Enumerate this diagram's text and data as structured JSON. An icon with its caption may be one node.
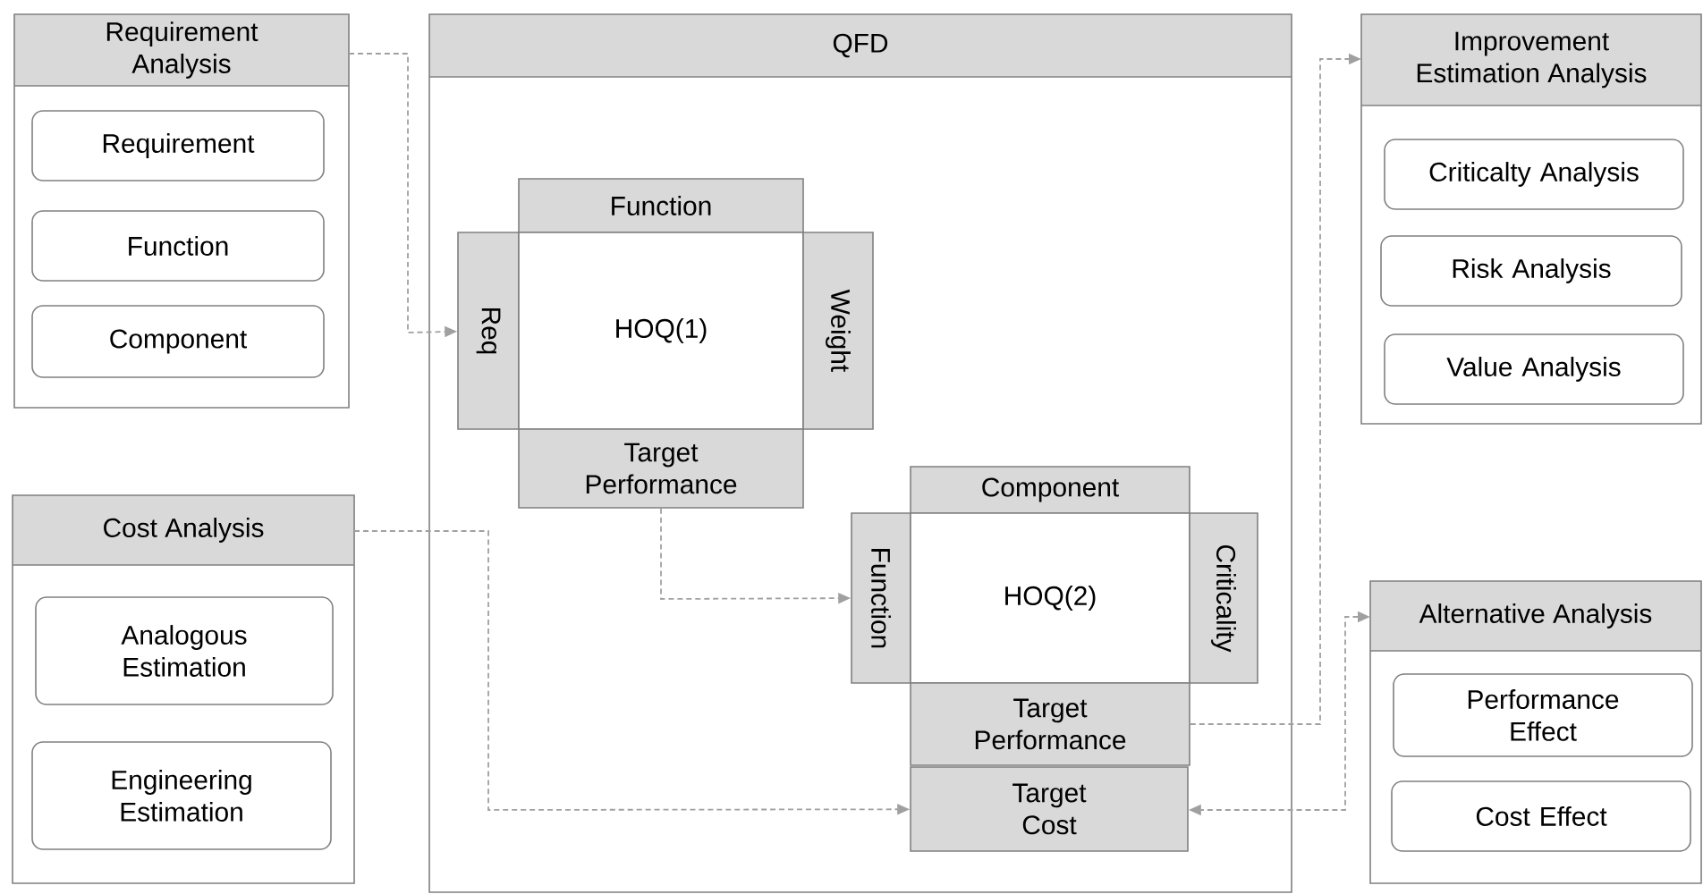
{
  "diagram": {
    "nodes": [
      {
        "text": [
          "Requirement Analysis"
        ]
      },
      {
        "text": [
          "Requirement"
        ],
        "in": 0
      },
      {
        "text": [
          "Function"
        ],
        "in": 0
      },
      {
        "text": [
          "Component"
        ],
        "in": 0
      },
      {
        "text": [
          "Cost Analysis"
        ]
      },
      {
        "text": [
          "Analogous Estimation"
        ],
        "in": 4
      },
      {
        "text": [
          "Engineering Estimation"
        ],
        "in": 4
      },
      {
        "text": [
          "QFD"
        ]
      },
      {
        "text": [
          "Function"
        ],
        "in": 7
      },
      {
        "text": [
          "Req"
        ],
        "in": 7
      },
      {
        "text": [
          "HOQ(1)"
        ],
        "in": 7
      },
      {
        "text": [
          "Weight"
        ],
        "in": 7
      },
      {
        "text": [
          "Target Performance"
        ],
        "in": 7
      },
      {
        "text": [
          "Component"
        ],
        "in": 7
      },
      {
        "text": [
          "Function"
        ],
        "in": 7
      },
      {
        "text": [
          "HOQ(2)"
        ],
        "in": 7
      },
      {
        "text": [
          "Criticality"
        ],
        "in": 7
      },
      {
        "text": [
          "Target Performance"
        ],
        "in": 7
      },
      {
        "text": [
          "Target Cost"
        ],
        "in": 7
      },
      {
        "text": [
          "Improvement Estimation Analysis"
        ]
      },
      {
        "text": [
          "Criticalty Analysis"
        ],
        "in": 19
      },
      {
        "text": [
          "Risk Analysis"
        ],
        "in": 19
      },
      {
        "text": [
          "Value Analysis"
        ],
        "in": 19
      },
      {
        "text": [
          "Alternative Analysis"
        ]
      },
      {
        "text": [
          "Performance Effect"
        ],
        "in": 23
      },
      {
        "text": [
          "Cost Effect"
        ],
        "in": 23
      }
    ],
    "edges": [
      {
        "from": 0,
        "to": 9,
        "arrow": "to",
        "style": "dashed"
      },
      {
        "from": 4,
        "to": 18,
        "arrow": "to",
        "style": "dashed"
      },
      {
        "from": 12,
        "to": 14,
        "arrow": "to",
        "style": "dashed"
      },
      {
        "from": 17,
        "to": 19,
        "arrow": "to",
        "style": "dashed"
      },
      {
        "from": 23,
        "to": 18,
        "arrow": "both",
        "style": "dashed"
      }
    ]
  }
}
